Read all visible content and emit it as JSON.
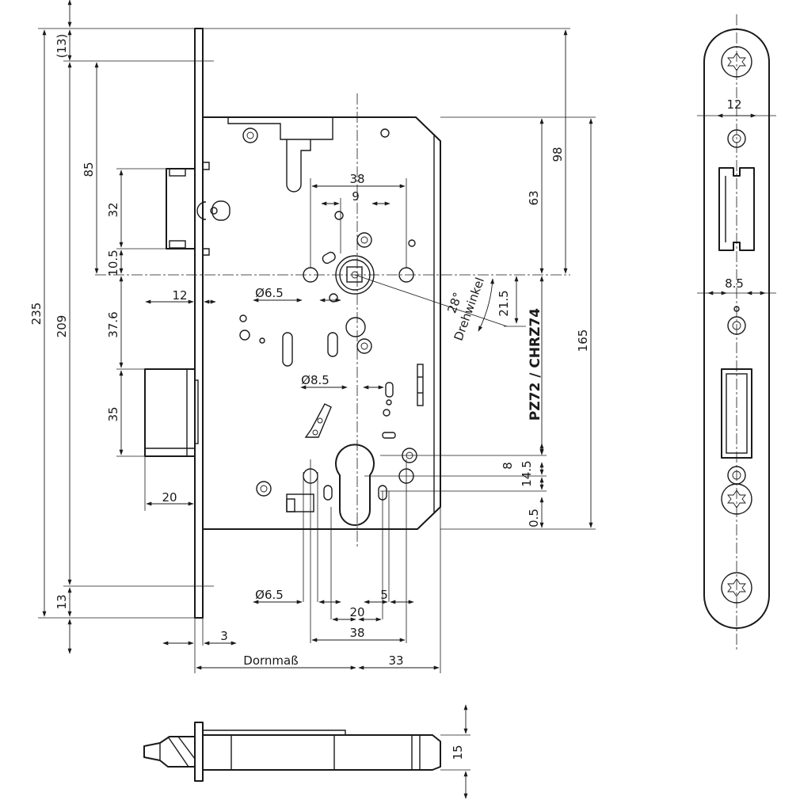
{
  "drawing": {
    "front": {
      "dim_13_top": "(13)",
      "dim_235": "235",
      "dim_209": "209",
      "dim_85": "85",
      "dim_32": "32",
      "dim_10_5": "10.5",
      "dim_37_6": "37.6",
      "dim_35": "35",
      "dim_13_bottom": "13",
      "dim_12": "12",
      "dim_20_latch": "20",
      "dim_38_top": "38",
      "dim_9": "9",
      "dim_phi65_top": "Ø6.5",
      "dim_phi85": "Ø8.5",
      "dim_phi65_bottom": "Ø6.5",
      "dim_20_bottom": "20",
      "dim_5": "5",
      "dim_38_bottom": "38",
      "dim_3": "3",
      "dornmass": "Dornmaß",
      "dim_33": "33",
      "angle": "28°",
      "drehwinkel": "Drehwinkel",
      "dim_21_5": "21.5",
      "pz_label": "PZ72 / CHRZ74",
      "dim_63": "63",
      "dim_98": "98",
      "dim_165": "165",
      "dim_8": "8",
      "dim_14_5": "14.5",
      "dim_0_5": "0.5"
    },
    "faceplate": {
      "dim_12": "12",
      "dim_8_5": "8.5"
    },
    "bottom_view": {
      "dim_15": "15"
    }
  }
}
